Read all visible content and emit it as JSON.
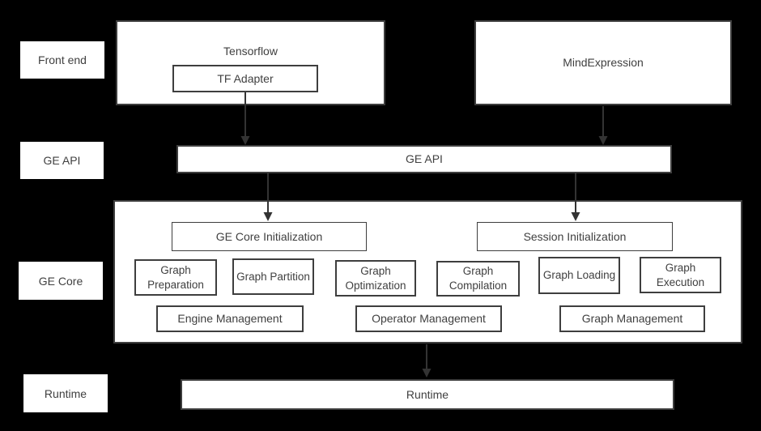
{
  "colors": {
    "background": "#000000",
    "box_bg": "#ffffff",
    "border": "#3e3e3e",
    "text": "#404040",
    "arrow": "#333333"
  },
  "side_labels": [
    {
      "label": "Front end"
    },
    {
      "label": "GE API"
    },
    {
      "label": "GE Core"
    },
    {
      "label": "Runtime"
    }
  ],
  "front_end": {
    "tensorflow_label": "Tensorflow",
    "tf_adapter_label": "TF Adapter",
    "mind_expression_label": "MindExpression"
  },
  "ge_api": {
    "label": "GE API"
  },
  "ge_core": {
    "init_boxes": [
      "GE Core Initialization",
      "Session Initialization"
    ],
    "stage_boxes": [
      "Graph Preparation",
      "Graph Partition",
      "Graph Optimization",
      "Graph Compilation",
      "Graph Loading",
      "Graph Execution"
    ],
    "management_boxes": [
      "Engine Management",
      "Operator Management",
      "Graph Management"
    ]
  },
  "runtime": {
    "label": "Runtime"
  }
}
